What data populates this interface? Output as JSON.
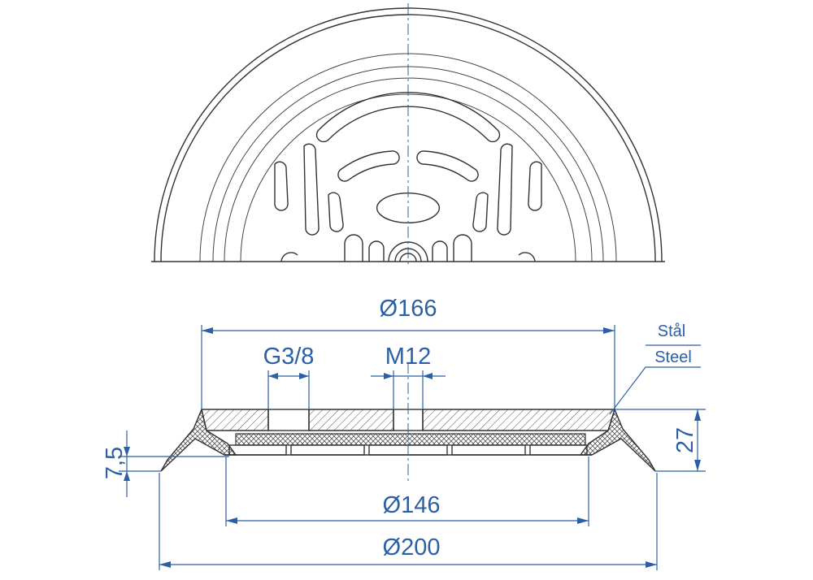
{
  "dimensions": {
    "d166": "Ø166",
    "g38": "G3/8",
    "m12": "M12",
    "h27": "27",
    "h75": "7,5",
    "d146": "Ø146",
    "d200": "Ø200"
  },
  "material": {
    "label_sv": "Stål",
    "label_en": "Steel"
  },
  "colors": {
    "dimension": "#2b5fa6",
    "outline": "#333333"
  }
}
